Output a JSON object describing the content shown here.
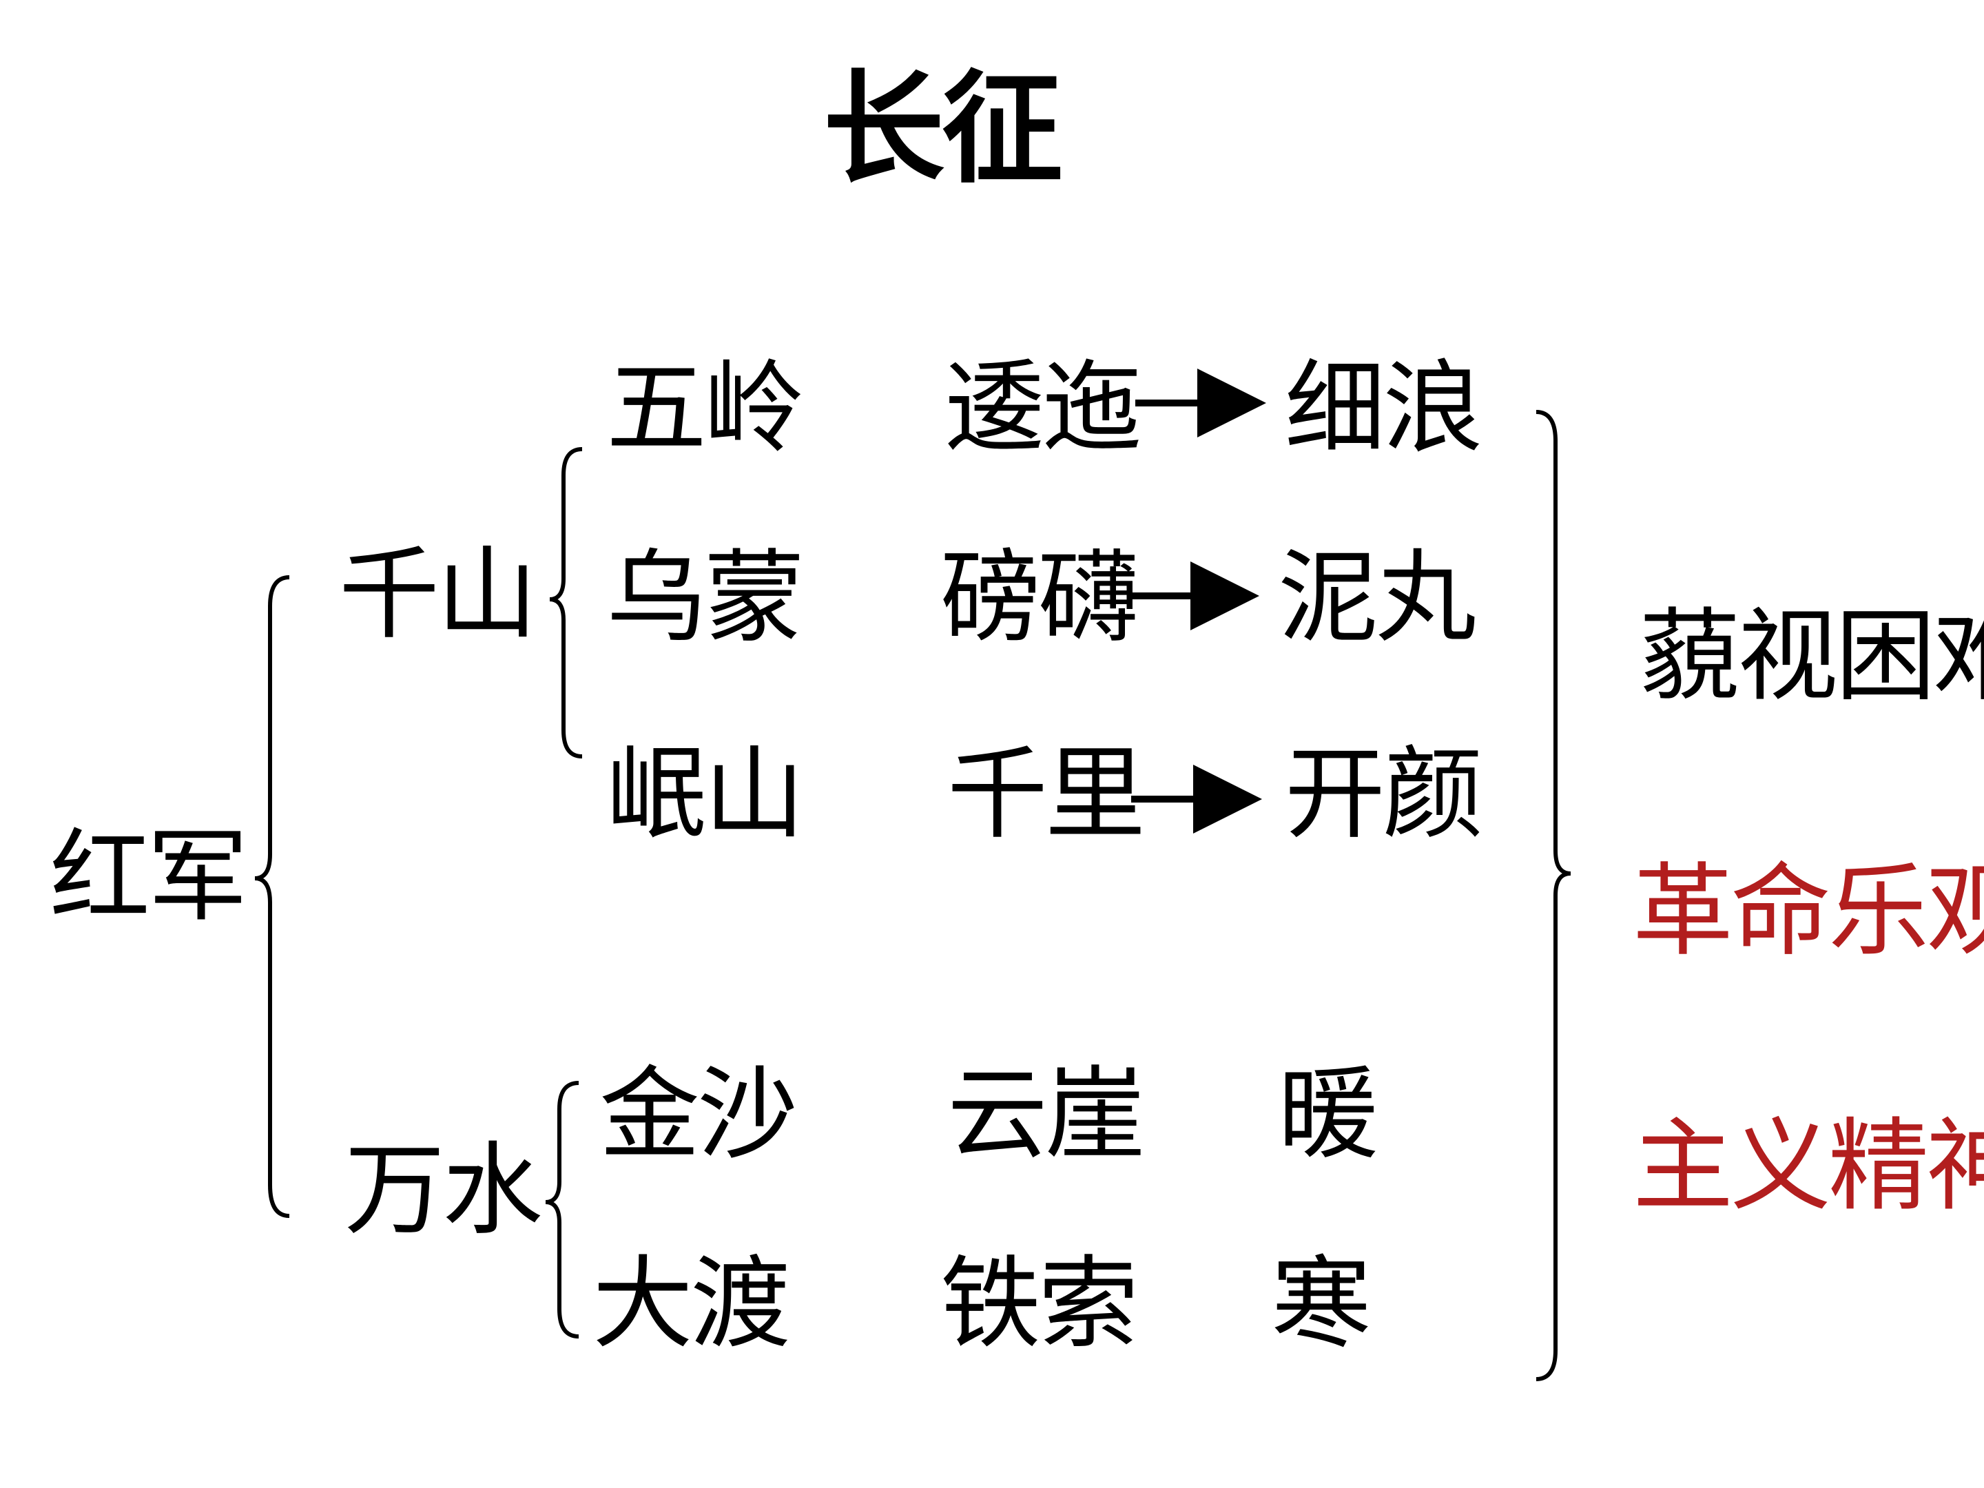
{
  "title": "长征",
  "root": "红军",
  "branches": {
    "mountains": "千山",
    "waters": "万水"
  },
  "mountain_rows": [
    {
      "place": "五岭",
      "desc": "逶迤",
      "result": "细浪"
    },
    {
      "place": "乌蒙",
      "desc": "磅礴",
      "result": "泥丸"
    },
    {
      "place": "岷山",
      "desc": "千里",
      "result": "开颜"
    }
  ],
  "water_rows": [
    {
      "place": "金沙",
      "desc": "云崖",
      "result": "暖"
    },
    {
      "place": "大渡",
      "desc": "铁索",
      "result": "寒"
    }
  ],
  "conclusion": {
    "line1": "藐视困难",
    "line2": "革命乐观",
    "line3": "主义精神"
  },
  "colors": {
    "text": "#000000",
    "accent": "#b21e1e",
    "background": "#ffffff"
  }
}
